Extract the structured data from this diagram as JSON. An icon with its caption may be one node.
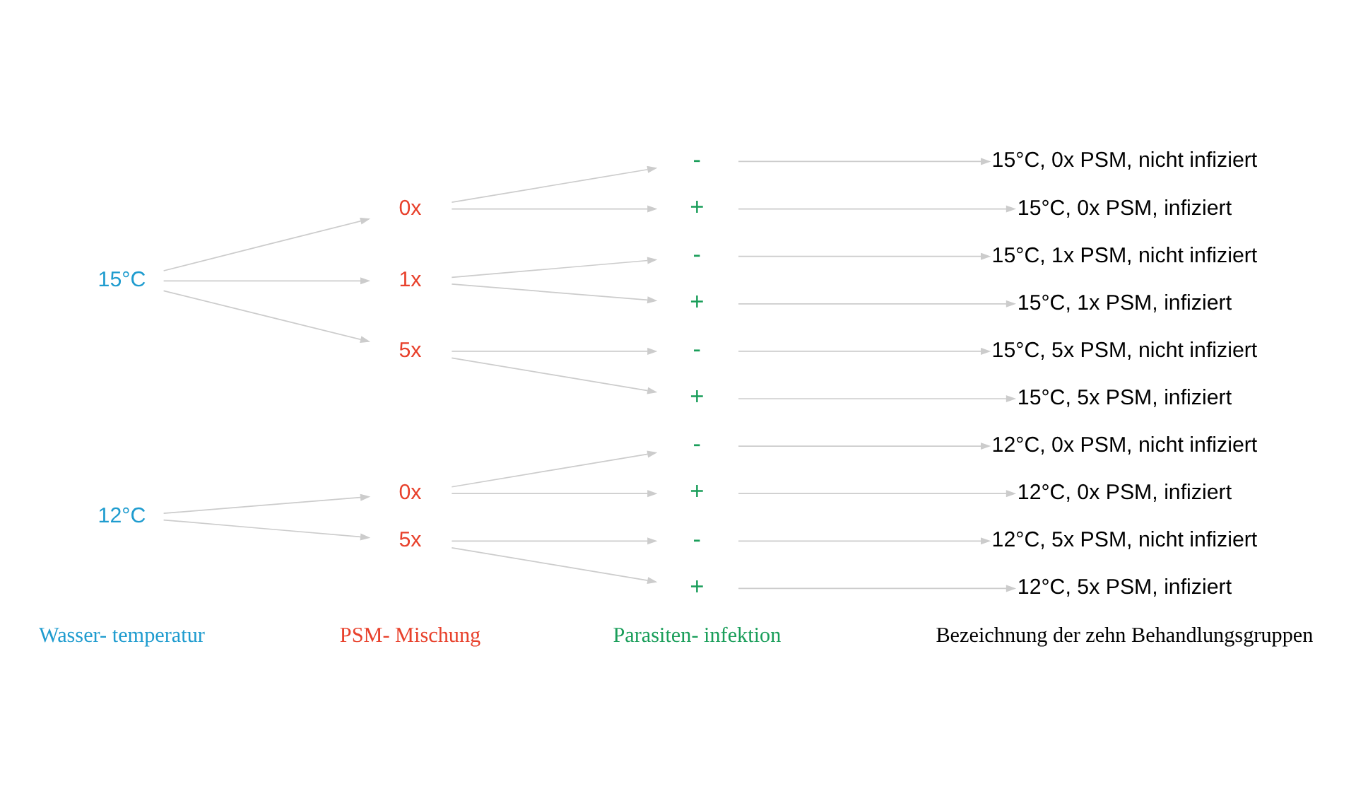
{
  "diagram": {
    "nodes": [
      {
        "text": [
          "12°C"
        ]
      },
      {
        "text": [
          "0x"
        ]
      },
      {
        "text": [
          "5x"
        ]
      },
      {
        "text": [
          "-"
        ]
      },
      {
        "text": [
          "+"
        ]
      },
      {
        "text": [
          "-"
        ]
      },
      {
        "text": [
          "+"
        ]
      },
      {
        "text": [
          "12°C, 0x PSM, nicht infiziert"
        ]
      },
      {
        "text": [
          "12°C, 0x PSM, infiziert"
        ]
      },
      {
        "text": [
          "12°C, 5x PSM, nicht infiziert"
        ]
      },
      {
        "text": [
          "12°C, 5x PSM, infiziert"
        ]
      },
      {
        "text": [
          "15°C"
        ]
      },
      {
        "text": [
          "0x"
        ]
      },
      {
        "text": [
          "1x"
        ]
      },
      {
        "text": [
          "5x"
        ]
      },
      {
        "text": [
          "-"
        ]
      },
      {
        "text": [
          "+"
        ]
      },
      {
        "text": [
          "-"
        ]
      },
      {
        "text": [
          "+"
        ]
      },
      {
        "text": [
          "-"
        ]
      },
      {
        "text": [
          "+"
        ]
      },
      {
        "text": [
          "15°C, 0x PSM, nicht infiziert"
        ]
      },
      {
        "text": [
          "15°C, 0x PSM, infiziert"
        ]
      },
      {
        "text": [
          "15°C, 1x PSM, nicht infiziert"
        ]
      },
      {
        "text": [
          "15°C, 1x PSM, infiziert"
        ]
      },
      {
        "text": [
          "15°C, 5x PSM, nicht infiziert"
        ]
      },
      {
        "text": [
          "15°C, 5x PSM, infiziert"
        ]
      }
    ],
    "edges": [
      {
        "from": 0,
        "to": 1,
        "arrow": "to"
      },
      {
        "from": 0,
        "to": 2,
        "arrow": "to"
      },
      {
        "from": 1,
        "to": 3,
        "arrow": "to"
      },
      {
        "from": 1,
        "to": 4,
        "arrow": "to"
      },
      {
        "from": 2,
        "to": 5,
        "arrow": "to"
      },
      {
        "from": 2,
        "to": 6,
        "arrow": "to"
      },
      {
        "from": 3,
        "to": 7,
        "arrow": "to"
      },
      {
        "from": 4,
        "to": 8,
        "arrow": "to"
      },
      {
        "from": 5,
        "to": 9,
        "arrow": "to"
      },
      {
        "from": 6,
        "to": 10,
        "arrow": "to"
      },
      {
        "from": 11,
        "to": 12,
        "arrow": "to"
      },
      {
        "from": 11,
        "to": 13,
        "arrow": "to"
      },
      {
        "from": 11,
        "to": 14,
        "arrow": "to"
      },
      {
        "from": 12,
        "to": 15,
        "arrow": "to"
      },
      {
        "from": 12,
        "to": 16,
        "arrow": "to"
      },
      {
        "from": 13,
        "to": 17,
        "arrow": "to"
      },
      {
        "from": 13,
        "to": 18,
        "arrow": "to"
      },
      {
        "from": 14,
        "to": 19,
        "arrow": "to"
      },
      {
        "from": 14,
        "to": 20,
        "arrow": "to"
      },
      {
        "from": 15,
        "to": 21,
        "arrow": "to"
      },
      {
        "from": 16,
        "to": 22,
        "arrow": "to"
      },
      {
        "from": 17,
        "to": 23,
        "arrow": "to"
      },
      {
        "from": 18,
        "to": 24,
        "arrow": "to"
      },
      {
        "from": 19,
        "to": 25,
        "arrow": "to"
      },
      {
        "from": 20,
        "to": 26,
        "arrow": "to"
      }
    ],
    "labels": [
      "Wasser- temperatur",
      "PSM- Mischung",
      "Parasiten- infektion",
      "Bezeichnung der zehn Behandlungsgruppen"
    ]
  }
}
